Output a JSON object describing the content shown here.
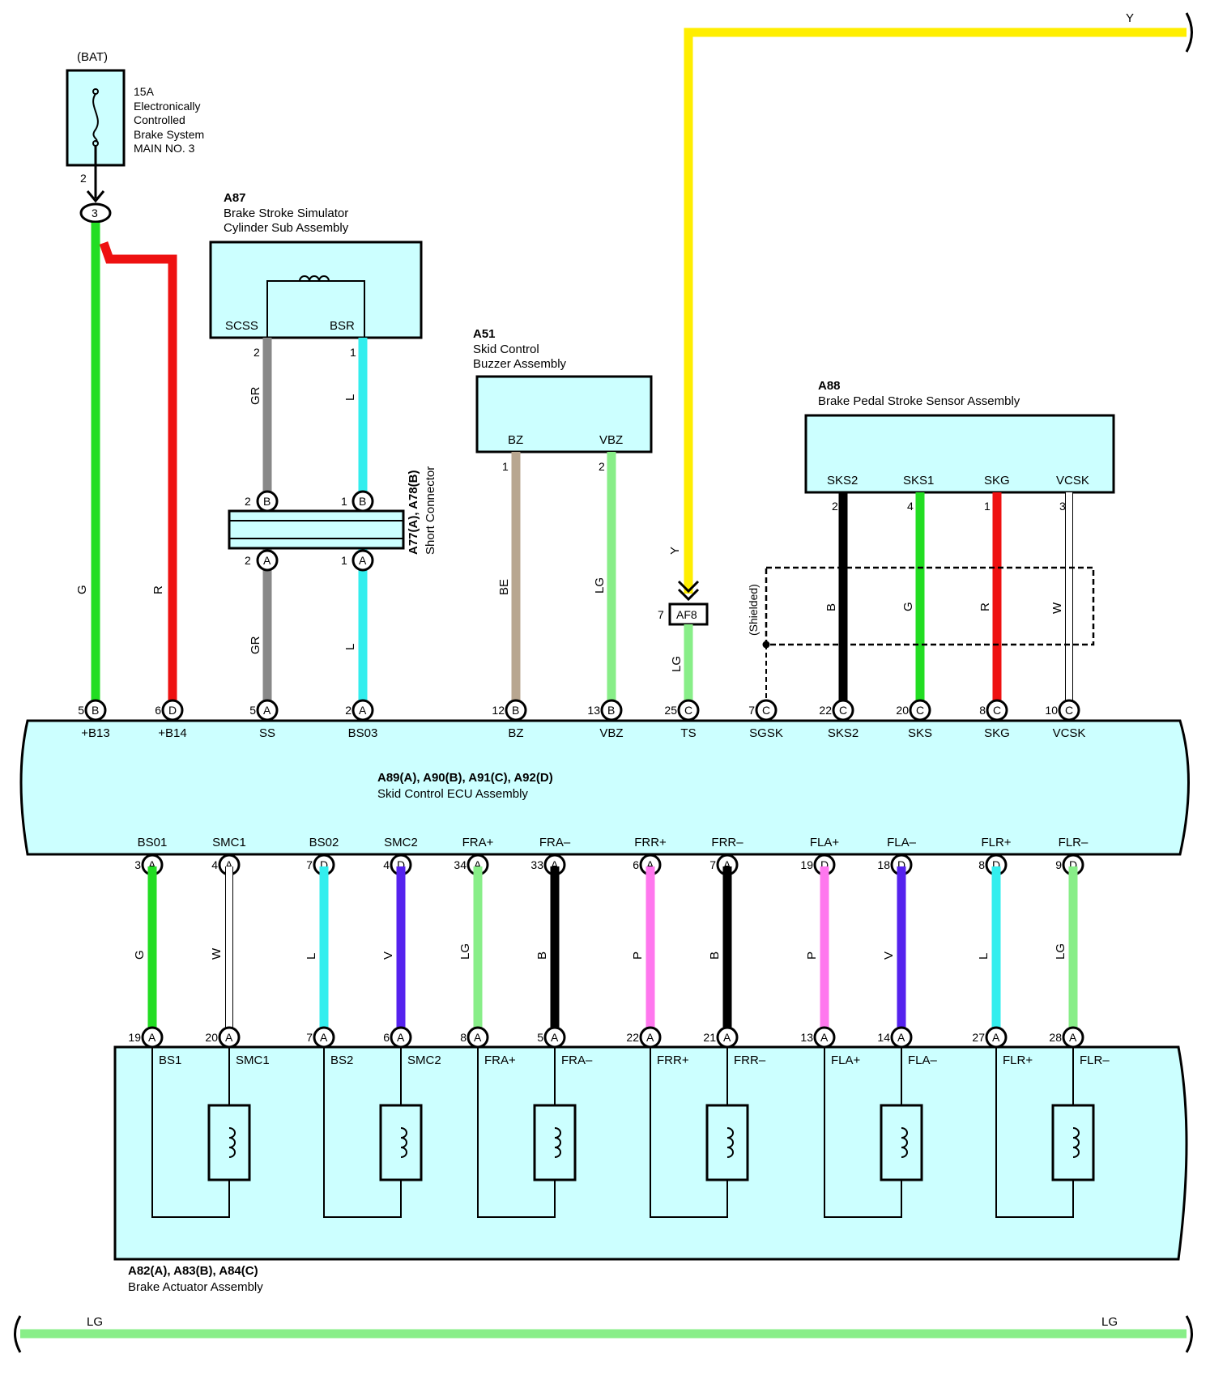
{
  "colors": {
    "G": "#22dd22",
    "R": "#ee1111",
    "GR": "#888888",
    "L": "#33eeee",
    "BE": "#b8a690",
    "LG": "#88ee88",
    "Y": "#ffee00",
    "B": "#000000",
    "W": "#ffffff",
    "V": "#5522ee",
    "P": "#ff77ee",
    "box_fill": "#ccffff"
  },
  "fuse": {
    "source": "(BAT)",
    "rating": "15A",
    "name_lines": [
      "Electronically",
      "Controlled",
      "Brake System",
      "MAIN NO. 3"
    ],
    "pin": "2",
    "junction": "3"
  },
  "a87": {
    "code": "A87",
    "name_lines": [
      "Brake Stroke Simulator",
      "Cylinder Sub Assembly"
    ],
    "terms": [
      "SCSS",
      "BSR"
    ],
    "pins": [
      "2",
      "1"
    ]
  },
  "short_connector": {
    "code_line": "A77(A), A78(B)",
    "name": "Short Connector",
    "pins_top": [
      {
        "num": "2",
        "conn": "B"
      },
      {
        "num": "1",
        "conn": "B"
      }
    ],
    "pins_bottom": [
      {
        "num": "2",
        "conn": "A"
      },
      {
        "num": "1",
        "conn": "A"
      }
    ]
  },
  "a51": {
    "code": "A51",
    "name_lines": [
      "Skid Control",
      "Buzzer Assembly"
    ],
    "terms": [
      "BZ",
      "VBZ"
    ],
    "pins": [
      "1",
      "2"
    ]
  },
  "af8": {
    "label": "AF8",
    "pin": "7"
  },
  "a88": {
    "code": "A88",
    "name": "Brake Pedal Stroke Sensor Assembly",
    "terms": [
      "SKS2",
      "SKS1",
      "SKG",
      "VCSK"
    ],
    "pins": [
      "2",
      "4",
      "1",
      "3"
    ],
    "shield_label": "(Shielded)"
  },
  "ecu": {
    "code_line": "A89(A), A90(B), A91(C), A92(D)",
    "name": "Skid Control ECU Assembly",
    "top_terms": [
      {
        "num": "5",
        "conn": "B",
        "name": "+B13",
        "wire": "G"
      },
      {
        "num": "6",
        "conn": "D",
        "name": "+B14",
        "wire": "R"
      },
      {
        "num": "5",
        "conn": "A",
        "name": "SS",
        "wire": "GR"
      },
      {
        "num": "2",
        "conn": "A",
        "name": "BS03",
        "wire": "L"
      },
      {
        "num": "12",
        "conn": "B",
        "name": "BZ",
        "wire": "BE"
      },
      {
        "num": "13",
        "conn": "B",
        "name": "VBZ",
        "wire": "LG"
      },
      {
        "num": "25",
        "conn": "C",
        "name": "TS",
        "wire": "LG"
      },
      {
        "num": "7",
        "conn": "C",
        "name": "SGSK",
        "wire": ""
      },
      {
        "num": "22",
        "conn": "C",
        "name": "SKS2",
        "wire": "B"
      },
      {
        "num": "20",
        "conn": "C",
        "name": "SKS",
        "wire": "G"
      },
      {
        "num": "8",
        "conn": "C",
        "name": "SKG",
        "wire": "R"
      },
      {
        "num": "10",
        "conn": "C",
        "name": "VCSK",
        "wire": "W"
      }
    ],
    "bottom_terms": [
      {
        "num": "3",
        "conn": "A",
        "name": "BS01",
        "wire": "G"
      },
      {
        "num": "4",
        "conn": "A",
        "name": "SMC1",
        "wire": "W"
      },
      {
        "num": "7",
        "conn": "D",
        "name": "BS02",
        "wire": "L"
      },
      {
        "num": "4",
        "conn": "D",
        "name": "SMC2",
        "wire": "V"
      },
      {
        "num": "34",
        "conn": "A",
        "name": "FRA+",
        "wire": "LG"
      },
      {
        "num": "33",
        "conn": "A",
        "name": "FRA–",
        "wire": "B"
      },
      {
        "num": "6",
        "conn": "A",
        "name": "FRR+",
        "wire": "P"
      },
      {
        "num": "7",
        "conn": "A",
        "name": "FRR–",
        "wire": "B"
      },
      {
        "num": "19",
        "conn": "D",
        "name": "FLA+",
        "wire": "P"
      },
      {
        "num": "18",
        "conn": "D",
        "name": "FLA–",
        "wire": "V"
      },
      {
        "num": "8",
        "conn": "D",
        "name": "FLR+",
        "wire": "L"
      },
      {
        "num": "9",
        "conn": "D",
        "name": "FLR–",
        "wire": "LG"
      }
    ]
  },
  "actuator": {
    "code_line": "A82(A), A83(B), A84(C)",
    "name": "Brake Actuator Assembly",
    "terms": [
      {
        "num": "19",
        "conn": "A",
        "name": "BS1"
      },
      {
        "num": "20",
        "conn": "A",
        "name": "SMC1"
      },
      {
        "num": "7",
        "conn": "A",
        "name": "BS2"
      },
      {
        "num": "6",
        "conn": "A",
        "name": "SMC2"
      },
      {
        "num": "8",
        "conn": "A",
        "name": "FRA+"
      },
      {
        "num": "5",
        "conn": "A",
        "name": "FRA–"
      },
      {
        "num": "22",
        "conn": "A",
        "name": "FRR+"
      },
      {
        "num": "21",
        "conn": "A",
        "name": "FRR–"
      },
      {
        "num": "13",
        "conn": "A",
        "name": "FLA+"
      },
      {
        "num": "14",
        "conn": "A",
        "name": "FLA–"
      },
      {
        "num": "27",
        "conn": "A",
        "name": "FLR+"
      },
      {
        "num": "28",
        "conn": "A",
        "name": "FLR–"
      }
    ]
  },
  "wires": {
    "top_y": "Y",
    "ts_y": "Y",
    "bottom_lg_left": "LG",
    "bottom_lg_right": "LG"
  }
}
